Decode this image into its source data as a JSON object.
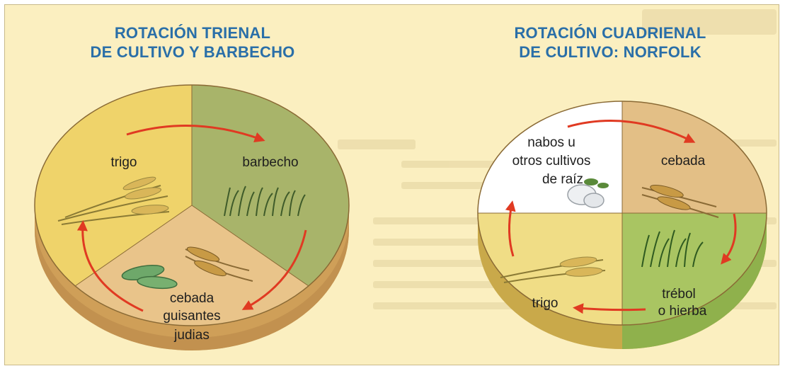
{
  "left_diagram": {
    "title_line1": "ROTACIÓN TRIENAL",
    "title_line2": "DE CULTIVO Y BARBECHO",
    "sections": {
      "trigo": "trigo",
      "barbecho": "barbecho",
      "cebada": "cebada",
      "guisantes": "guisantes",
      "judias": "judias"
    }
  },
  "right_diagram": {
    "title_line1": "ROTACIÓN CUADRIENAL",
    "title_line2": "DE CULTIVO: NORFOLK",
    "sections": {
      "nabos1": "nabos u",
      "nabos2": "otros cultivos",
      "nabos3": "de raíz",
      "cebada": "cebada",
      "trebol1": "trébol",
      "trebol2": "o hierba",
      "trigo": "trigo"
    }
  },
  "colors": {
    "title": "#2a6fa8",
    "arrow": "#e03a22",
    "trigo_yellow": "#efd36a",
    "barbecho_green": "#a8b46a",
    "cebada_tan": "#e9c48a",
    "trebol_green": "#a9c562",
    "nabos_white": "#ffffff"
  }
}
